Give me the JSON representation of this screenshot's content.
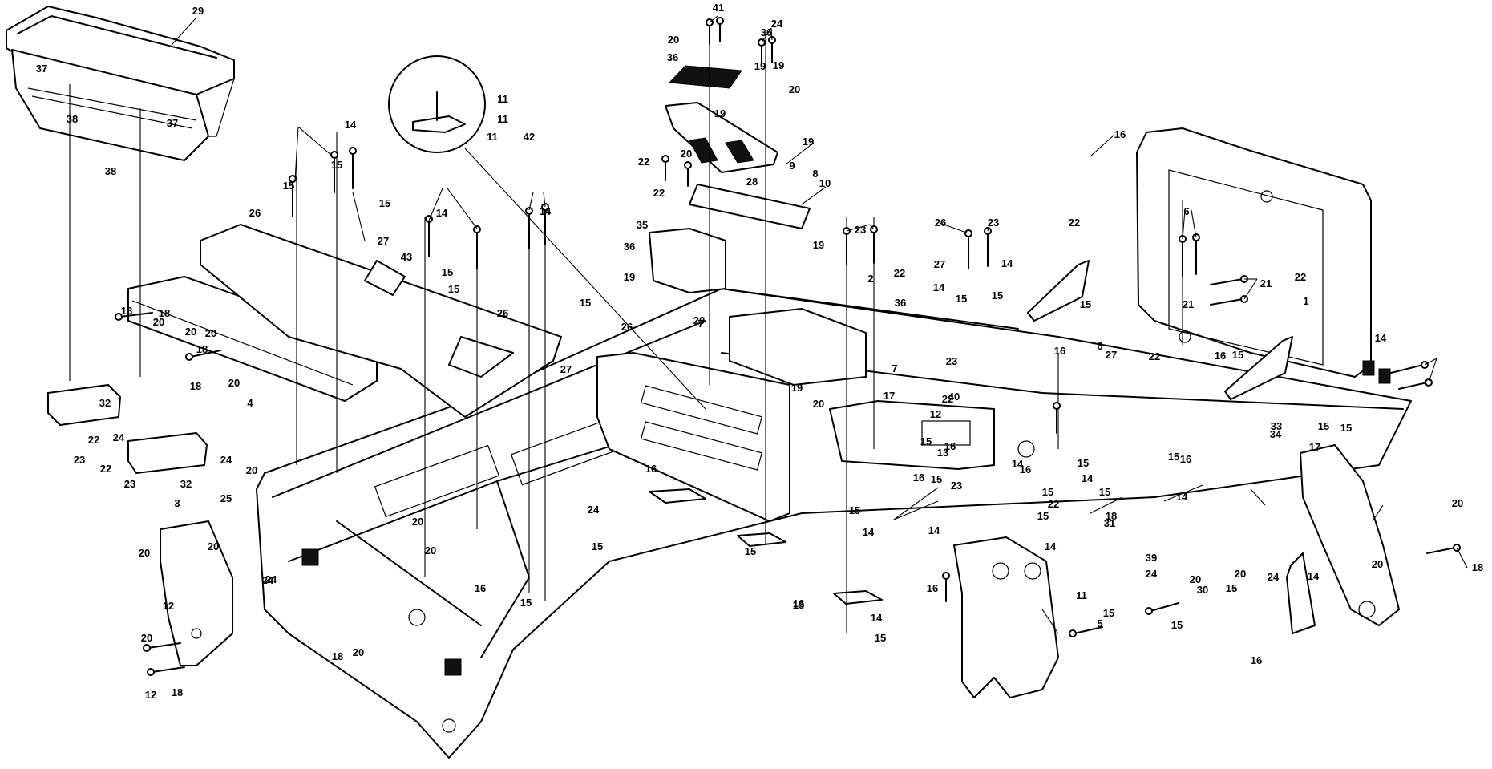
{
  "callouts": [
    {
      "n": "29"
    },
    {
      "n": "37"
    },
    {
      "n": "37"
    },
    {
      "n": "38"
    },
    {
      "n": "38"
    },
    {
      "n": "14"
    },
    {
      "n": "15"
    },
    {
      "n": "15"
    },
    {
      "n": "15"
    },
    {
      "n": "26"
    },
    {
      "n": "27"
    },
    {
      "n": "43"
    },
    {
      "n": "18"
    },
    {
      "n": "18"
    },
    {
      "n": "18"
    },
    {
      "n": "18"
    },
    {
      "n": "20"
    },
    {
      "n": "20"
    },
    {
      "n": "20"
    },
    {
      "n": "20"
    },
    {
      "n": "14"
    },
    {
      "n": "15"
    },
    {
      "n": "15"
    },
    {
      "n": "14"
    },
    {
      "n": "15"
    },
    {
      "n": "26"
    },
    {
      "n": "27"
    },
    {
      "n": "4"
    },
    {
      "n": "32"
    },
    {
      "n": "32"
    },
    {
      "n": "22"
    },
    {
      "n": "22"
    },
    {
      "n": "23"
    },
    {
      "n": "23"
    },
    {
      "n": "24"
    },
    {
      "n": "24"
    },
    {
      "n": "20"
    },
    {
      "n": "20"
    },
    {
      "n": "3"
    },
    {
      "n": "25"
    },
    {
      "n": "20"
    },
    {
      "n": "24"
    },
    {
      "n": "24"
    },
    {
      "n": "20"
    },
    {
      "n": "12"
    },
    {
      "n": "12"
    },
    {
      "n": "18"
    },
    {
      "n": "18"
    },
    {
      "n": "20"
    },
    {
      "n": "20"
    },
    {
      "n": "20"
    },
    {
      "n": "24"
    },
    {
      "n": "15"
    },
    {
      "n": "16"
    },
    {
      "n": "15"
    },
    {
      "n": "16"
    },
    {
      "n": "15"
    },
    {
      "n": "16"
    },
    {
      "n": "11"
    },
    {
      "n": "11"
    },
    {
      "n": "11"
    },
    {
      "n": "42"
    },
    {
      "n": "41"
    },
    {
      "n": "24"
    },
    {
      "n": "20"
    },
    {
      "n": "36"
    },
    {
      "n": "36"
    },
    {
      "n": "19"
    },
    {
      "n": "19"
    },
    {
      "n": "20"
    },
    {
      "n": "19"
    },
    {
      "n": "19"
    },
    {
      "n": "20"
    },
    {
      "n": "9"
    },
    {
      "n": "8"
    },
    {
      "n": "28"
    },
    {
      "n": "10"
    },
    {
      "n": "22"
    },
    {
      "n": "22"
    },
    {
      "n": "35"
    },
    {
      "n": "36"
    },
    {
      "n": "19"
    },
    {
      "n": "20"
    },
    {
      "n": "7"
    },
    {
      "n": "26"
    },
    {
      "n": "23"
    },
    {
      "n": "22"
    },
    {
      "n": "2"
    },
    {
      "n": "36"
    },
    {
      "n": "19"
    },
    {
      "n": "19"
    },
    {
      "n": "20"
    },
    {
      "n": "7"
    },
    {
      "n": "22"
    },
    {
      "n": "26"
    },
    {
      "n": "23"
    },
    {
      "n": "27"
    },
    {
      "n": "14"
    },
    {
      "n": "14"
    },
    {
      "n": "15"
    },
    {
      "n": "15"
    },
    {
      "n": "40"
    },
    {
      "n": "23"
    },
    {
      "n": "22"
    },
    {
      "n": "15"
    },
    {
      "n": "16"
    },
    {
      "n": "27"
    },
    {
      "n": "6"
    },
    {
      "n": "22"
    },
    {
      "n": "21"
    },
    {
      "n": "16"
    },
    {
      "n": "15"
    },
    {
      "n": "16"
    },
    {
      "n": "6"
    },
    {
      "n": "21"
    },
    {
      "n": "22"
    },
    {
      "n": "1"
    },
    {
      "n": "14"
    },
    {
      "n": "15"
    },
    {
      "n": "17"
    },
    {
      "n": "17"
    },
    {
      "n": "12"
    },
    {
      "n": "15"
    },
    {
      "n": "16"
    },
    {
      "n": "13"
    },
    {
      "n": "14"
    },
    {
      "n": "15"
    },
    {
      "n": "15"
    },
    {
      "n": "16"
    },
    {
      "n": "16"
    },
    {
      "n": "15"
    },
    {
      "n": "22"
    },
    {
      "n": "23"
    },
    {
      "n": "16"
    },
    {
      "n": "15"
    },
    {
      "n": "15"
    },
    {
      "n": "14"
    },
    {
      "n": "14"
    },
    {
      "n": "15"
    },
    {
      "n": "14"
    },
    {
      "n": "15"
    },
    {
      "n": "14"
    },
    {
      "n": "11"
    },
    {
      "n": "15"
    },
    {
      "n": "16"
    },
    {
      "n": "5"
    },
    {
      "n": "15"
    },
    {
      "n": "14"
    },
    {
      "n": "15"
    },
    {
      "n": "14"
    },
    {
      "n": "31"
    },
    {
      "n": "18"
    },
    {
      "n": "20"
    },
    {
      "n": "39"
    },
    {
      "n": "24"
    },
    {
      "n": "20"
    },
    {
      "n": "30"
    },
    {
      "n": "20"
    },
    {
      "n": "24"
    },
    {
      "n": "15"
    },
    {
      "n": "16"
    },
    {
      "n": "15"
    },
    {
      "n": "14"
    },
    {
      "n": "20"
    },
    {
      "n": "18"
    },
    {
      "n": "33"
    },
    {
      "n": "15"
    },
    {
      "n": "34"
    },
    {
      "n": "14"
    },
    {
      "n": "15"
    },
    {
      "n": "16"
    }
  ]
}
